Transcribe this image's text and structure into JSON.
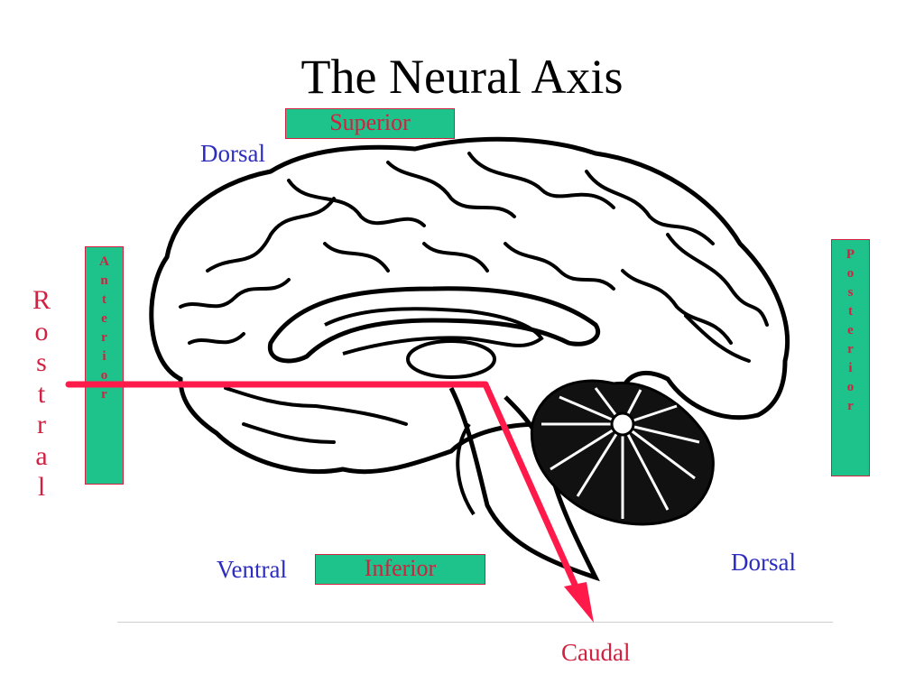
{
  "title": "The Neural Axis",
  "labels": {
    "superior": "Superior",
    "inferior": "Inferior",
    "anterior": "Anterior",
    "posterior": "Posterior",
    "dorsal_top": "Dorsal",
    "dorsal_right": "Dorsal",
    "ventral": "Ventral",
    "rostral": "Rostral",
    "caudal": "Caudal"
  },
  "colors": {
    "box_fill": "#1ec28b",
    "red": "#d22040",
    "blue": "#2c2cc0",
    "arrow": "#ff1a4a"
  }
}
